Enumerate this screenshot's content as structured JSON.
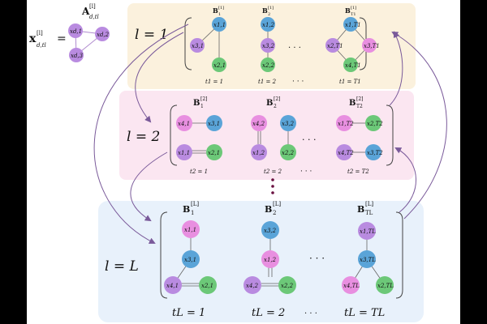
{
  "legend": {
    "x_label": "x",
    "x_sup": "[l]",
    "x_sub": "d,tl",
    "equals": "=",
    "a_label": "A",
    "a_sup": "[l]",
    "a_sub": "d,tl",
    "node_labels": [
      "xd,1",
      "xd,2",
      "xd,3"
    ]
  },
  "layers": [
    {
      "label": "l = 1",
      "b_labels": [
        {
          "base": "B",
          "sup": "[1]",
          "sub": "1"
        },
        {
          "base": "B",
          "sup": "[1]",
          "sub": "2"
        },
        {
          "base": "B",
          "sup": "[1]",
          "sub": "T1"
        }
      ],
      "t_labels": [
        "t1 = 1",
        "t1 = 2",
        "t1 = T1"
      ],
      "nodes": [
        [
          "x1,1",
          "x3,1",
          "x2,1"
        ],
        [
          "x1,2",
          "x3,2",
          "x2,2"
        ],
        [
          "x1,T1",
          "x2,T1",
          "x3,T1",
          "x4,T1"
        ]
      ],
      "colors": {
        "band": "#fbf1dd",
        "border": "#f1dfb0"
      }
    },
    {
      "label": "l = 2",
      "b_labels": [
        {
          "base": "B",
          "sup": "[2]",
          "sub": "1"
        },
        {
          "base": "B",
          "sup": "[2]",
          "sub": "2"
        },
        {
          "base": "B",
          "sup": "[2]",
          "sub": "T2"
        }
      ],
      "t_labels": [
        "t2 = 1",
        "t2 = 2",
        "t2 = T2"
      ],
      "nodes": [
        [
          "x4,1",
          "x3,1",
          "x1,1",
          "x2,1"
        ],
        [
          "x4,2",
          "x3,2",
          "x1,2",
          "x2,2"
        ],
        [
          "x1,T2",
          "x2,T2",
          "x4,T2",
          "x3,T2"
        ]
      ],
      "colors": {
        "band": "#fbe6f1",
        "border": "#f4cde0"
      }
    },
    {
      "label": "l = L",
      "b_labels": [
        {
          "base": "B",
          "sup": "[L]",
          "sub": "1"
        },
        {
          "base": "B",
          "sup": "[L]",
          "sub": "2"
        },
        {
          "base": "B",
          "sup": "[L]",
          "sub": "TL"
        }
      ],
      "t_labels": [
        "tL = 1",
        "tL = 2",
        "tL = TL"
      ],
      "nodes": [
        [
          "x1,1",
          "x3,1",
          "x4,1",
          "x2,1"
        ],
        [
          "x3,2",
          "x1,2",
          "x4,2",
          "x2,2"
        ],
        [
          "x1,TL",
          "x3,TL",
          "x4,TL",
          "x2,TL"
        ]
      ],
      "colors": {
        "band": "#e8f1fb",
        "border": "#c9dcf0"
      }
    }
  ],
  "ellipsis": "· · ·",
  "colors": {
    "pink": "#e88fe0",
    "blue": "#5aa4d8",
    "purple": "#b98be0",
    "green": "#6cc878",
    "arrow": "#7a5a9a",
    "dots": "#6a1040"
  }
}
